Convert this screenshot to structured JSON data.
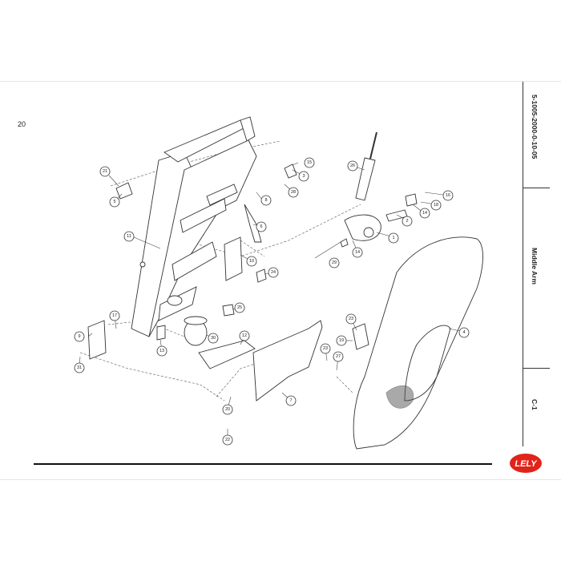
{
  "page": {
    "number": "20",
    "document_code": "5-1005-2000-0-10-05",
    "section_title": "Middle Arm",
    "section_code": "C-1",
    "logo_text": "LELY",
    "brand_color": "#e2231a"
  },
  "callouts": [
    "21",
    "5",
    "11",
    "15",
    "3",
    "28",
    "8",
    "26",
    "16",
    "18",
    "2",
    "14",
    "1",
    "6",
    "10",
    "24",
    "29",
    "14",
    "25",
    "9",
    "17",
    "13",
    "30",
    "12",
    "23",
    "19",
    "4",
    "31",
    "23",
    "27",
    "7",
    "20",
    "22"
  ]
}
